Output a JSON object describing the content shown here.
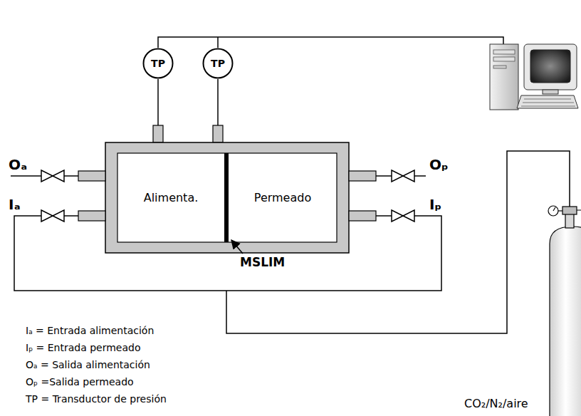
{
  "diagram": {
    "nodes": [
      {
        "text": [
          "TP"
        ]
      },
      {
        "text": [
          "TP"
        ]
      },
      {
        "text": [
          "Alimenta."
        ]
      },
      {
        "text": [
          "Permeado"
        ]
      }
    ],
    "edges": [
      {
        "from": 0,
        "to": 2,
        "arrow": "none"
      },
      {
        "from": 1,
        "to": 2,
        "arrow": "none"
      }
    ],
    "labels": [
      "Oₐ",
      "Iₐ",
      "Oₚ",
      "Iₚ",
      "MSLIM",
      "Iₐ = Entrada alimentación",
      "Iₚ = Entrada permeado",
      "Oₐ = Salida alimentación",
      "Oₚ =Salida permeado",
      "TP = Transductor de presión",
      "CO₂/N₂/aire"
    ]
  }
}
